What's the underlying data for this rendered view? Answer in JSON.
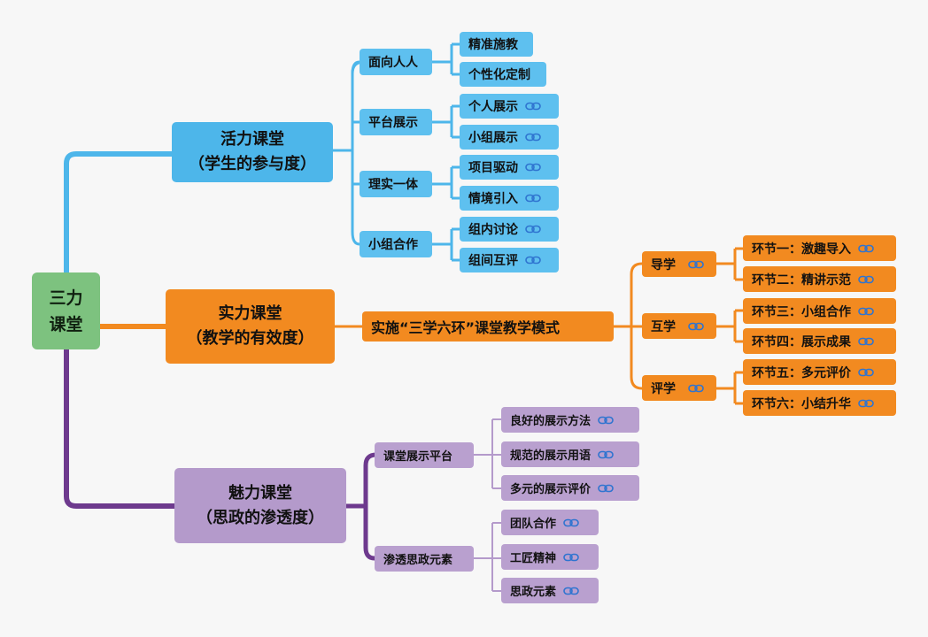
{
  "colors": {
    "blue": "#4db6ea",
    "orange": "#f28a20",
    "purple": "#6e3a8e",
    "root": "#7dc27f",
    "link_icon": "#2f74d0"
  },
  "root": {
    "line1": "三力",
    "line2": "课堂"
  },
  "branch_vitality": {
    "title_line1": "活力课堂",
    "title_line2": "（学生的参与度）",
    "groups": [
      {
        "label": "面向人人",
        "children": [
          {
            "label": "精准施教",
            "link": false
          },
          {
            "label": "个性化定制",
            "link": false
          }
        ]
      },
      {
        "label": "平台展示",
        "children": [
          {
            "label": "个人展示",
            "link": true
          },
          {
            "label": "小组展示",
            "link": true
          }
        ]
      },
      {
        "label": "理实一体",
        "children": [
          {
            "label": "项目驱动",
            "link": true
          },
          {
            "label": "情境引入",
            "link": true
          }
        ]
      },
      {
        "label": "小组合作",
        "children": [
          {
            "label": "组内讨论",
            "link": true
          },
          {
            "label": "组间互评",
            "link": true
          }
        ]
      }
    ]
  },
  "branch_strength": {
    "title_line1": "实力课堂",
    "title_line2": "（教学的有效度）",
    "mode": "实施“三学六环”课堂教学模式",
    "stages": [
      {
        "label": "导学",
        "link": true,
        "children": [
          {
            "label": "环节一：激趣导入",
            "link": true
          },
          {
            "label": "环节二：精讲示范",
            "link": true
          }
        ]
      },
      {
        "label": "互学",
        "link": true,
        "children": [
          {
            "label": "环节三：小组合作",
            "link": true
          },
          {
            "label": "环节四：展示成果",
            "link": true
          }
        ]
      },
      {
        "label": "评学",
        "link": true,
        "children": [
          {
            "label": "环节五：多元评价",
            "link": true
          },
          {
            "label": "环节六：小结升华",
            "link": true
          }
        ]
      }
    ]
  },
  "branch_charm": {
    "title_line1": "魅力课堂",
    "title_line2": "（思政的渗透度）",
    "groups": [
      {
        "label": "课堂展示平台",
        "children": [
          {
            "label": "良好的展示方法",
            "link": true
          },
          {
            "label": "规范的展示用语",
            "link": true
          },
          {
            "label": "多元的展示评价",
            "link": true
          }
        ]
      },
      {
        "label": "渗透思政元素",
        "children": [
          {
            "label": "团队合作",
            "link": true
          },
          {
            "label": "工匠精神",
            "link": true
          },
          {
            "label": "思政元素",
            "link": true
          }
        ]
      }
    ]
  }
}
